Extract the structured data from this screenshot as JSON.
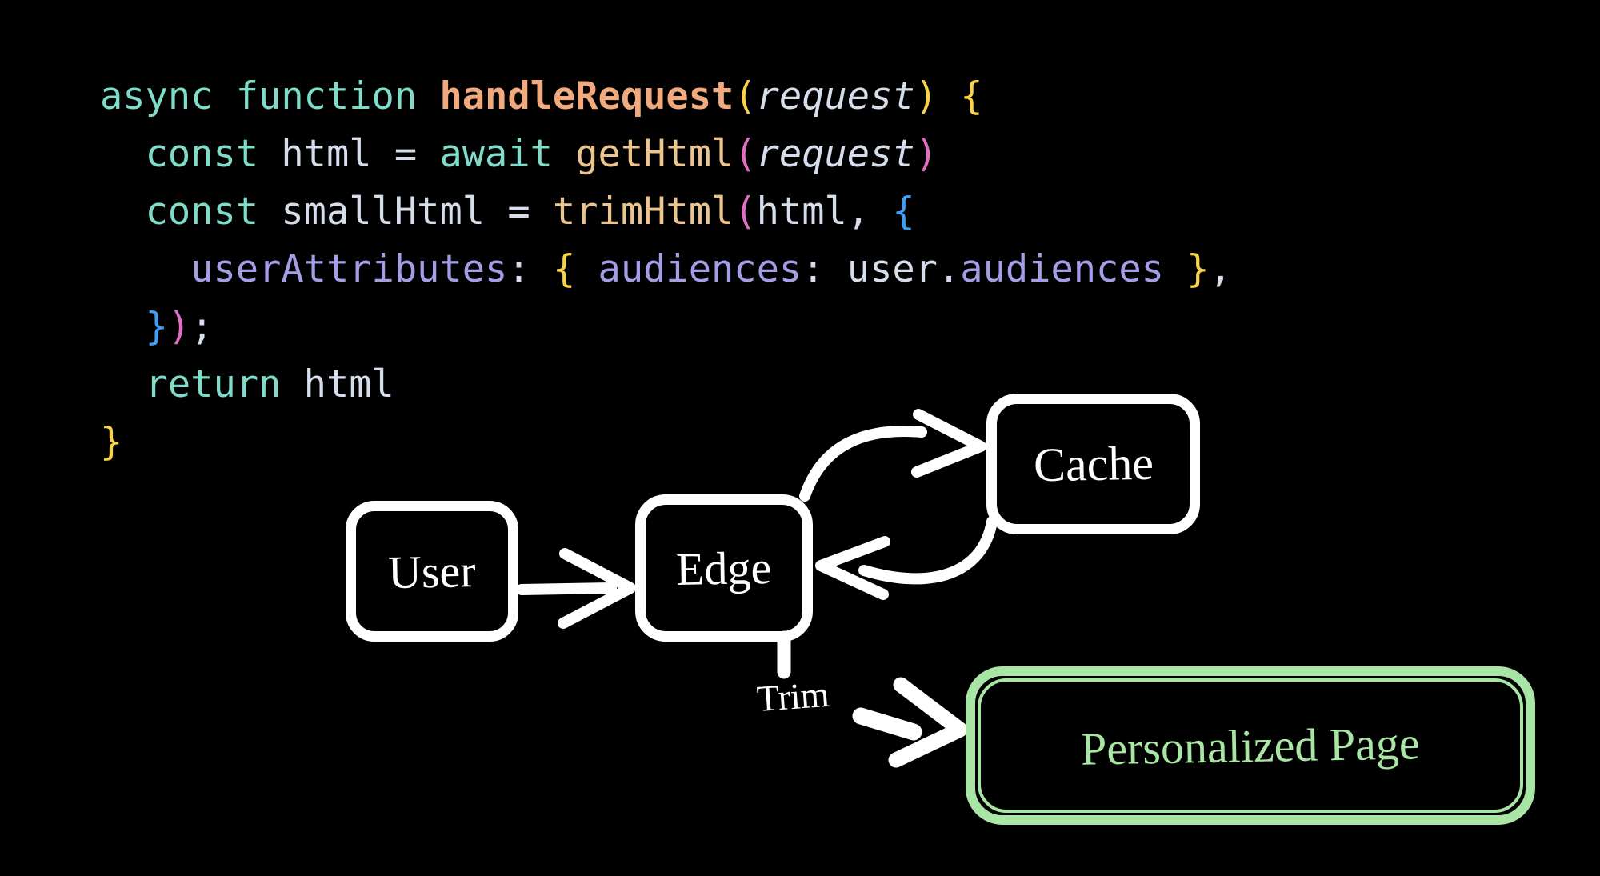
{
  "slide": {
    "background": "#000000"
  },
  "code": {
    "palette": {
      "keyword": "#7FDBCA",
      "func_def": "#F1A97E",
      "func_call": "#ECC48D",
      "plain": "#D6DEEB",
      "property": "#A49EE6",
      "bracket_yellow": "#F8D348",
      "bracket_pink": "#E26FC4",
      "bracket_blue": "#3E9FF3"
    },
    "lines": [
      {
        "tokens": [
          {
            "t": "async function ",
            "s": "keyword"
          },
          {
            "t": "handleRequest",
            "s": "func_def",
            "b": true
          },
          {
            "t": "(",
            "s": "bracket_yellow"
          },
          {
            "t": "request",
            "s": "plain",
            "i": true
          },
          {
            "t": ")",
            "s": "bracket_yellow"
          },
          {
            "t": " ",
            "s": "plain"
          },
          {
            "t": "{",
            "s": "bracket_yellow"
          }
        ]
      },
      {
        "tokens": [
          {
            "t": "  ",
            "s": "plain"
          },
          {
            "t": "const ",
            "s": "keyword"
          },
          {
            "t": "html ",
            "s": "plain"
          },
          {
            "t": "= ",
            "s": "plain"
          },
          {
            "t": "await ",
            "s": "keyword"
          },
          {
            "t": "getHtml",
            "s": "func_call"
          },
          {
            "t": "(",
            "s": "bracket_pink"
          },
          {
            "t": "request",
            "s": "plain",
            "i": true
          },
          {
            "t": ")",
            "s": "bracket_pink"
          }
        ]
      },
      {
        "tokens": [
          {
            "t": "  ",
            "s": "plain"
          },
          {
            "t": "const ",
            "s": "keyword"
          },
          {
            "t": "smallHtml ",
            "s": "plain"
          },
          {
            "t": "= ",
            "s": "plain"
          },
          {
            "t": "trimHtml",
            "s": "func_call"
          },
          {
            "t": "(",
            "s": "bracket_pink"
          },
          {
            "t": "html, ",
            "s": "plain"
          },
          {
            "t": "{",
            "s": "bracket_blue"
          }
        ]
      },
      {
        "tokens": [
          {
            "t": "    ",
            "s": "plain"
          },
          {
            "t": "userAttributes",
            "s": "property"
          },
          {
            "t": ": ",
            "s": "plain"
          },
          {
            "t": "{",
            "s": "bracket_yellow"
          },
          {
            "t": " ",
            "s": "plain"
          },
          {
            "t": "audiences",
            "s": "property"
          },
          {
            "t": ": ",
            "s": "plain"
          },
          {
            "t": "user.",
            "s": "plain"
          },
          {
            "t": "audiences",
            "s": "property"
          },
          {
            "t": " ",
            "s": "plain"
          },
          {
            "t": "}",
            "s": "bracket_yellow"
          },
          {
            "t": ",",
            "s": "plain"
          }
        ]
      },
      {
        "tokens": [
          {
            "t": "  ",
            "s": "plain"
          },
          {
            "t": "}",
            "s": "bracket_blue"
          },
          {
            "t": ")",
            "s": "bracket_pink"
          },
          {
            "t": ";",
            "s": "plain"
          }
        ]
      },
      {
        "tokens": [
          {
            "t": "  ",
            "s": "plain"
          },
          {
            "t": "return ",
            "s": "keyword"
          },
          {
            "t": "html",
            "s": "plain"
          }
        ]
      },
      {
        "tokens": [
          {
            "t": "}",
            "s": "bracket_yellow"
          }
        ]
      }
    ]
  },
  "diagram": {
    "stroke_color": "#FFFFFF",
    "accent_green": "#A9E5A4",
    "nodes": {
      "user": {
        "label": "User"
      },
      "edge": {
        "label": "Edge"
      },
      "cache": {
        "label": "Cache"
      },
      "personalized_page": {
        "label": "Personalized Page"
      }
    },
    "labels": {
      "trim": "Trim"
    }
  }
}
